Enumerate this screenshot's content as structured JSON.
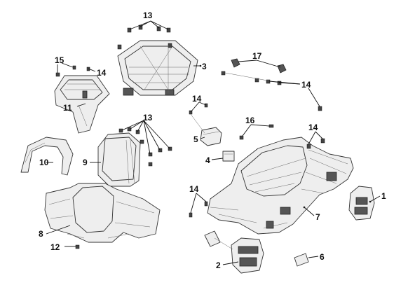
{
  "callouts": {
    "c1": "1",
    "c2": "2",
    "c3": "3",
    "c4": "4",
    "c5": "5",
    "c6": "6",
    "c7": "7",
    "c8": "8",
    "c9": "9",
    "c10": "10",
    "c11": "11",
    "c12": "12",
    "c13a": "13",
    "c13b": "13",
    "c14a": "14",
    "c14b": "14",
    "c14c": "14",
    "c14d": "14",
    "c14e": "14",
    "c15": "15",
    "c16": "16",
    "c17": "17"
  },
  "colors": {
    "line": "#333333",
    "fill": "#eeeeee",
    "text": "#111111",
    "background": "#ffffff"
  }
}
